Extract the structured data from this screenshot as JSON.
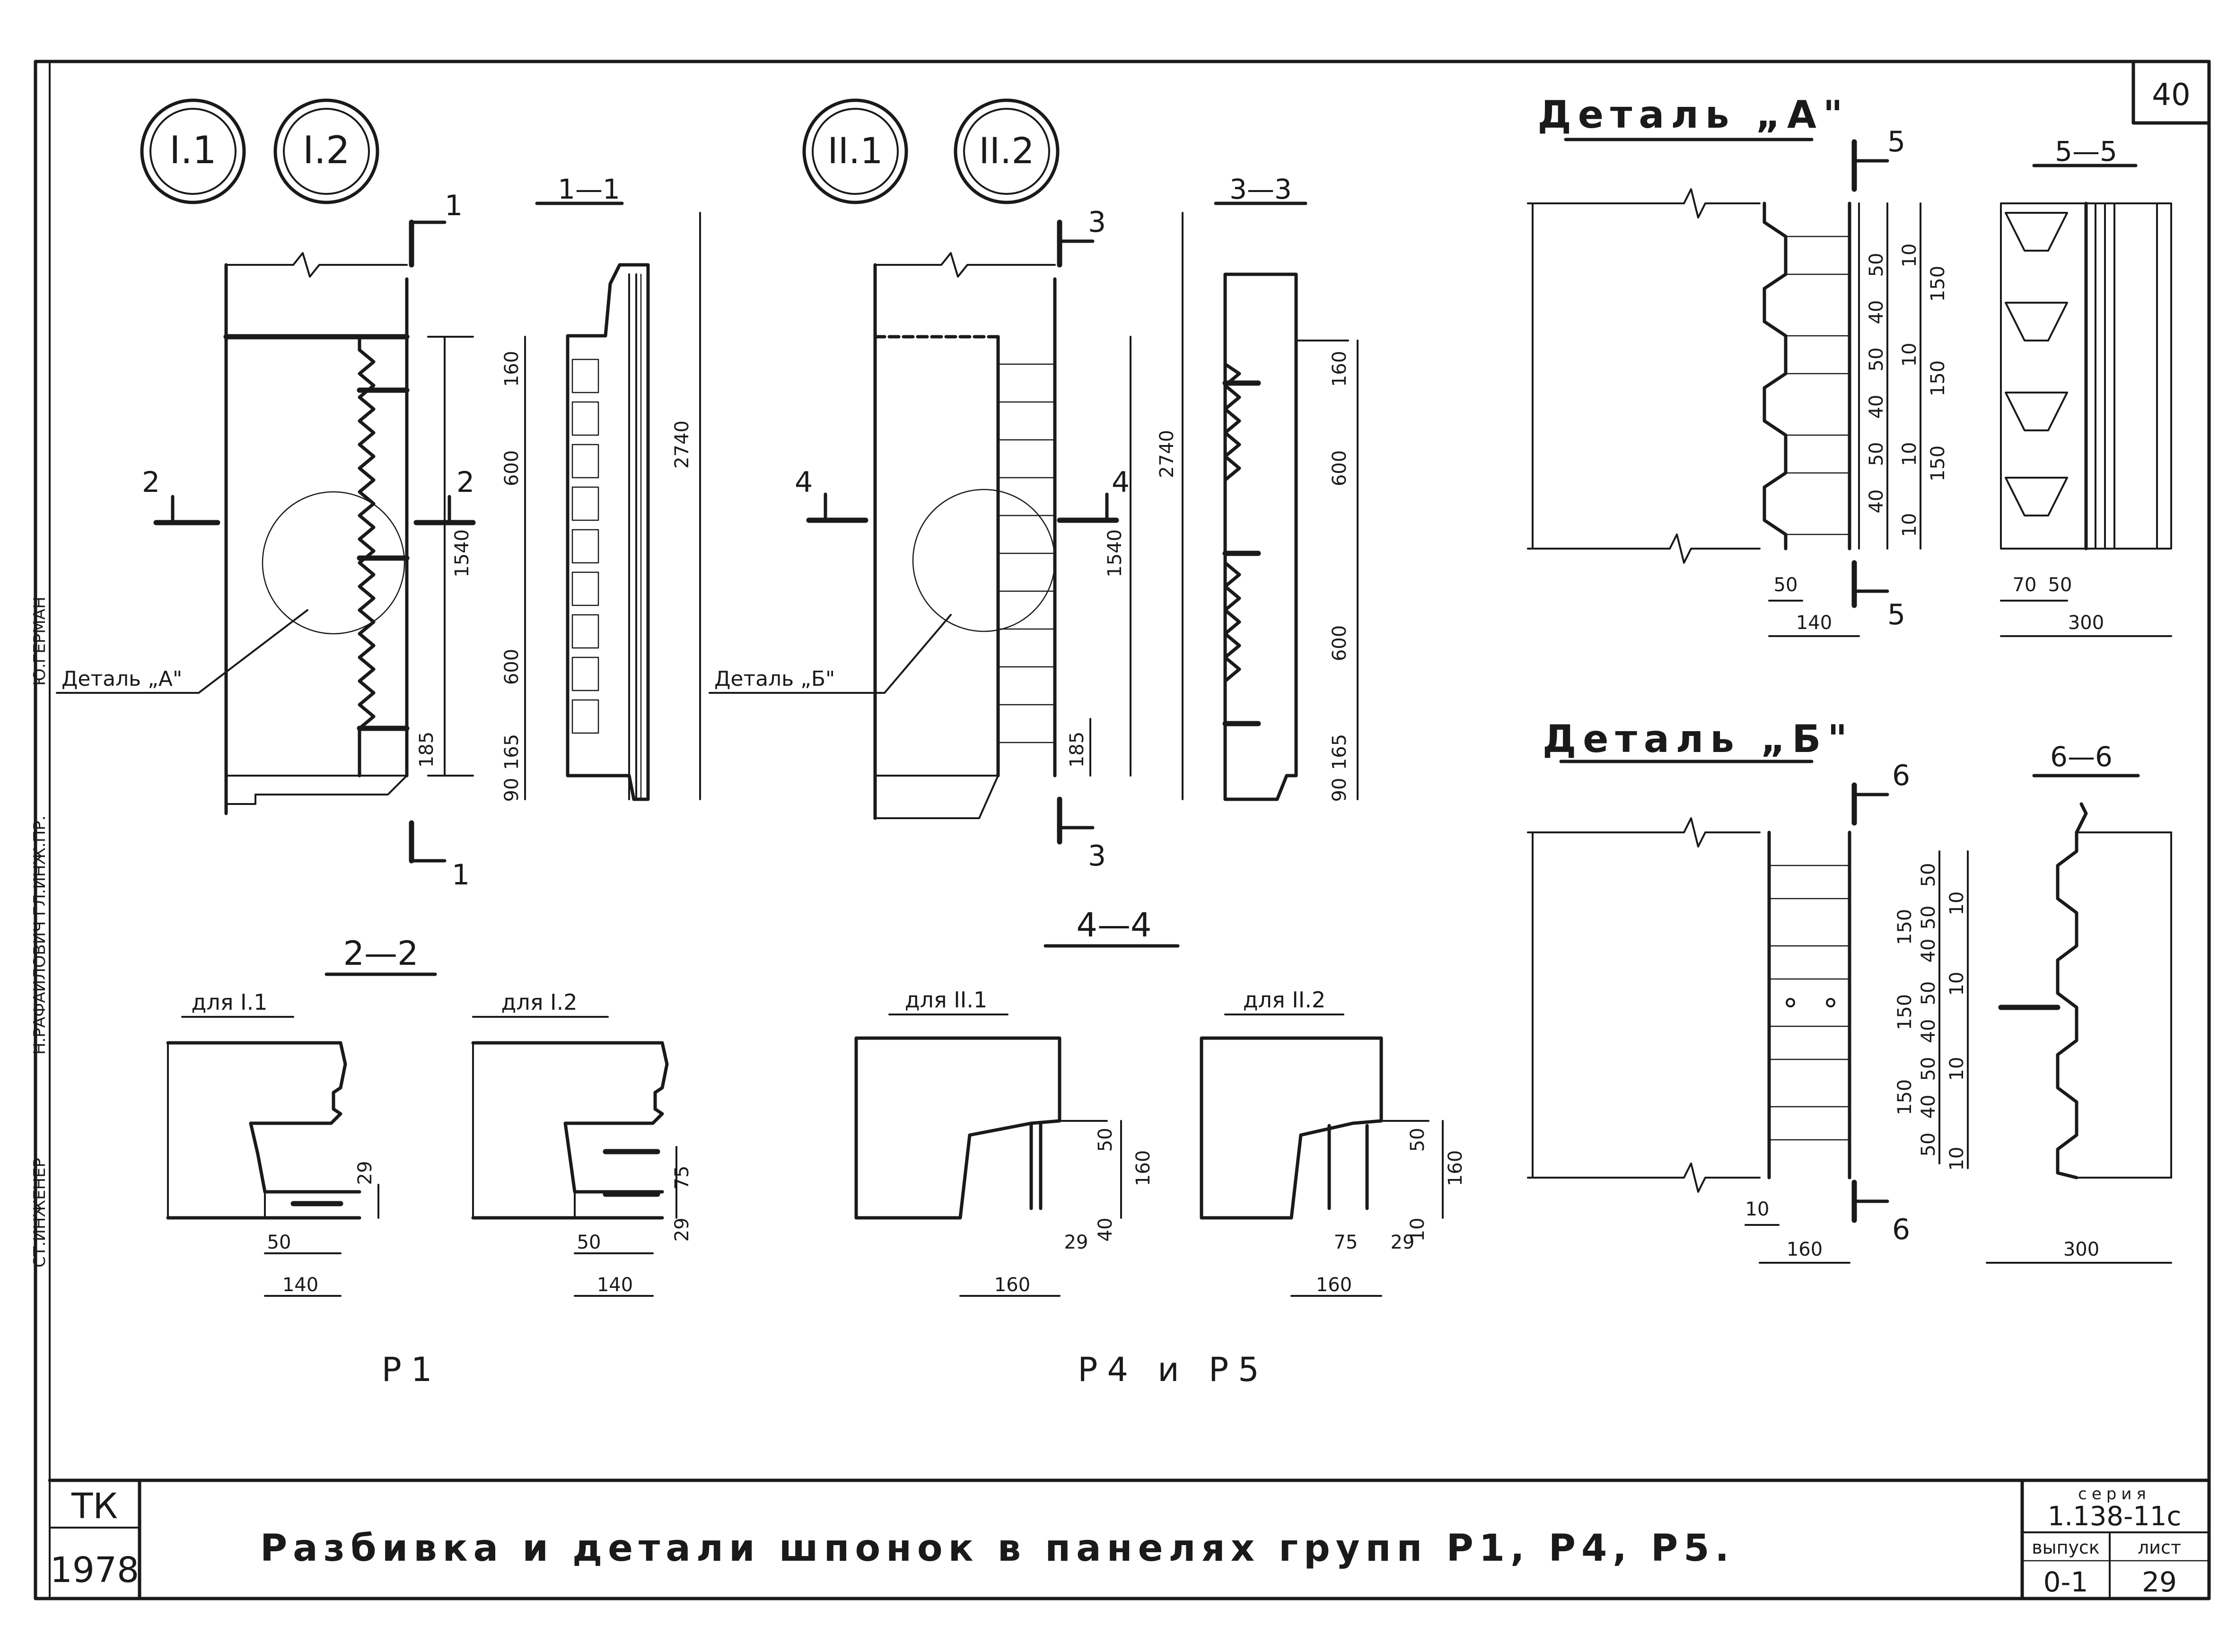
{
  "sheet": {
    "page_number": "40",
    "stamp_code": "ТК",
    "stamp_year": "1978",
    "title": "Разбивка и детали шпонок в панелях групп Р1, Р4, Р5.",
    "series_label": "серия",
    "series_value": "1.138-11с",
    "issue_label": "выпуск",
    "issue_value": "0-1",
    "sheet_label": "лист",
    "sheet_value": "29",
    "side_stamp": [
      "Ю.ГЕРМАН",
      "Н.РАФАИЛОВИЧ ГЛ.ИНЖ.ПР.",
      "СТ.ИНЖЕНЕР"
    ]
  },
  "markers": [
    "I.1",
    "I.2",
    "II.1",
    "II.2"
  ],
  "sections": {
    "s11": "1—1",
    "s33": "3—3",
    "s22": "2—2",
    "s44": "4—4",
    "s55": "5—5",
    "s66": "6—6",
    "detail_a": "Деталь „А\"",
    "detail_b": "Деталь „Б\""
  },
  "cut_marks": {
    "c1": "1",
    "c2": "2",
    "c3": "3",
    "c4": "4",
    "c5": "5",
    "c6": "6"
  },
  "callouts": {
    "detail_a": "Деталь „А\"",
    "detail_b": "Деталь „Б\""
  },
  "sublabels": {
    "i1": "для I.1",
    "i2": "для I.2",
    "ii1": "для II.1",
    "ii2": "для II.2"
  },
  "group_labels": {
    "p1": "Р1",
    "p45": "Р4 и Р5"
  },
  "dims": {
    "h2740": "2740",
    "h1540": "1540",
    "h160": "160",
    "h600": "600",
    "h185": "185",
    "h165": "165",
    "h90": "90",
    "d50": "50",
    "d40": "40",
    "d10": "10",
    "d150": "150",
    "d140": "140",
    "d70": "70",
    "d300": "300",
    "d29": "29",
    "d75": "75"
  }
}
